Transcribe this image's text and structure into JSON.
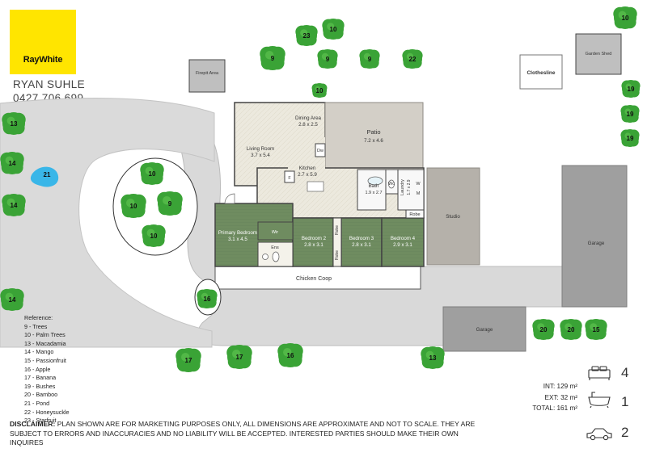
{
  "brand": {
    "logo_text": "RayWhite",
    "color": "#ffe500"
  },
  "agent": {
    "name": "RYAN SUHLE",
    "phone": "0427 706 699"
  },
  "rooms": {
    "dining": {
      "name": "Dining Area",
      "size": "2.8 x 2.5"
    },
    "patio": {
      "name": "Patio",
      "size": "7.2 x 4.6"
    },
    "living": {
      "name": "Living Room",
      "size": "3.7 x 5.4"
    },
    "kitchen": {
      "name": "Kitchen",
      "size": "2.7 x 5.9"
    },
    "dw": "Dw",
    "f": "F",
    "bath": {
      "name": "Bath",
      "size": "1.9 x 2.7"
    },
    "wc": "Wc",
    "laundry": {
      "name": "Laundry",
      "size": "1.7 x 2.9"
    },
    "w": "W",
    "m": "M",
    "robe": "Robe",
    "primary": {
      "name": "Primary Bedroom",
      "size": "3.1 x 4.5"
    },
    "wir": "Wir",
    "ens": "Ens",
    "bed2": {
      "name": "Bedroom 2",
      "size": "2.8 x 3.1"
    },
    "bed3": {
      "name": "Bedroom 3",
      "size": "2.8 x 3.1"
    },
    "bed4": {
      "name": "Bedroom 4",
      "size": "2.9 x 3.1"
    },
    "studio": "Studio",
    "garage_main": "Garage",
    "garage_small": "Garage",
    "chicken_coop": "Chicken Coop",
    "firepit": "Firepit Area",
    "garden_shed": "Garden Shed",
    "clothesline": "Clothesline"
  },
  "plants": [
    {
      "label": "10"
    },
    {
      "label": "23"
    },
    {
      "label": "10"
    },
    {
      "label": "9"
    },
    {
      "label": "9"
    },
    {
      "label": "9"
    },
    {
      "label": "22"
    },
    {
      "label": "10"
    },
    {
      "label": "19"
    },
    {
      "label": "19"
    },
    {
      "label": "19"
    },
    {
      "label": "13"
    },
    {
      "label": "14"
    },
    {
      "label": "14"
    },
    {
      "label": "21"
    },
    {
      "label": "14"
    },
    {
      "label": "10"
    },
    {
      "label": "10"
    },
    {
      "label": "9"
    },
    {
      "label": "10"
    },
    {
      "label": "16"
    },
    {
      "label": "17"
    },
    {
      "label": "17"
    },
    {
      "label": "16"
    },
    {
      "label": "13"
    },
    {
      "label": "20"
    },
    {
      "label": "20"
    },
    {
      "label": "15"
    }
  ],
  "legend": {
    "title": "Reference:",
    "items": [
      "9 - Trees",
      "10 - Palm Trees",
      "13 - Macadamia",
      "14 - Mango",
      "15 - Passionfruit",
      "16 - Apple",
      "17 - Banana",
      "19 - Bushes",
      "20 - Bamboo",
      "21 - Pond",
      "22 - Honeysuckle",
      "23 - Starfruit"
    ]
  },
  "areas": {
    "int": "INT: 129 m²",
    "ext": "EXT: 32 m²",
    "total": "TOTAL: 161 m²"
  },
  "counts": {
    "beds": "4",
    "baths": "1",
    "cars": "2"
  },
  "icons": {
    "bed": "bed-icon",
    "bath": "bath-icon",
    "car": "car-icon"
  },
  "disclaimer": {
    "label": "DISCLAIMER:",
    "text": " PLAN SHOWN ARE FOR MARKETING PURPOSES ONLY, ALL DIMENSIONS ARE APPROXIMATE AND NOT TO SCALE. THEY ARE SUBJECT TO ERRORS AND INACCURACIES AND NO LIABILITY WILL BE ACCEPTED. INTERESTED PARTIES SHOULD MAKE THEIR OWN INQUIRES"
  },
  "colors": {
    "bedroom": "#6d8a5e",
    "floor": "#e8e4d6",
    "patio": "#d3cfc7",
    "path": "#d8d8d8",
    "studio": "#b5b1aa",
    "garage": "#9d9d9d",
    "tree": "#3aa336",
    "pond": "#39b6e8"
  }
}
